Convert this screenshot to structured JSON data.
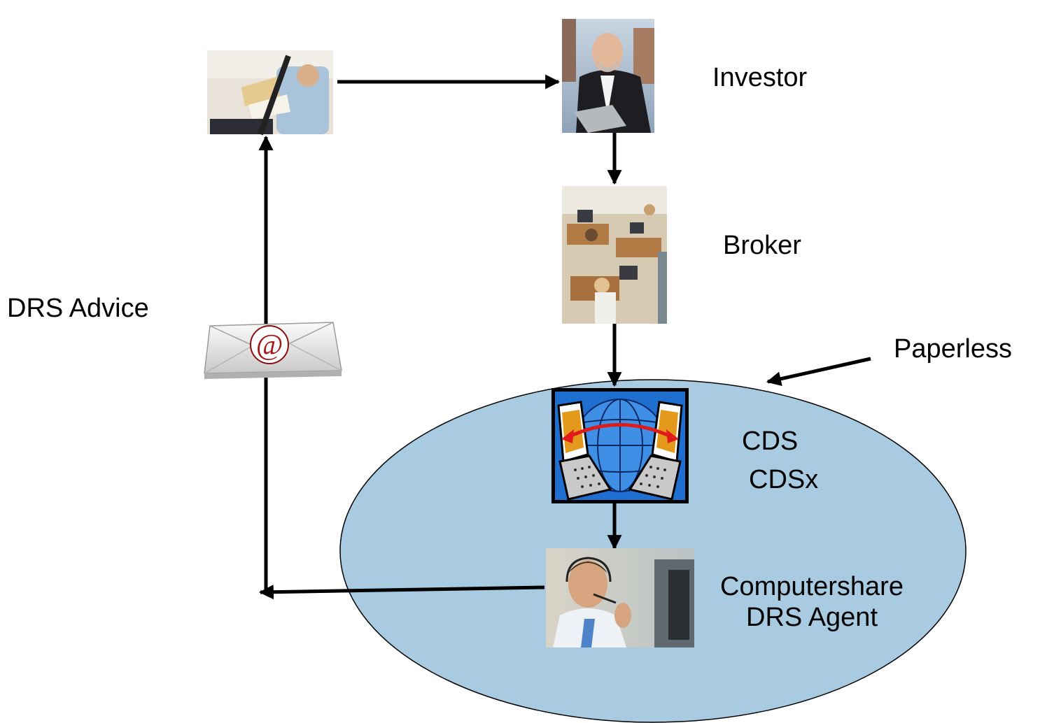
{
  "nodes": {
    "investor": {
      "label": "Investor",
      "icon": "investor-photo"
    },
    "broker": {
      "label": "Broker",
      "icon": "broker-office-photo"
    },
    "cds": {
      "label_line1": "CDS",
      "label_line2": "CDSx",
      "icon": "network-globe-icon"
    },
    "agent": {
      "label_line1": "Computershare",
      "label_line2": "DRS Agent",
      "icon": "agent-headset-photo"
    },
    "mail_carrier": {
      "icon": "mail-carrier-photo"
    },
    "drs_advice": {
      "label": "DRS Advice",
      "icon": "email-envelope-icon"
    }
  },
  "annotations": {
    "paperless": "Paperless"
  },
  "colors": {
    "ellipse_fill": "#a8cbe2",
    "arrow": "#000000"
  }
}
